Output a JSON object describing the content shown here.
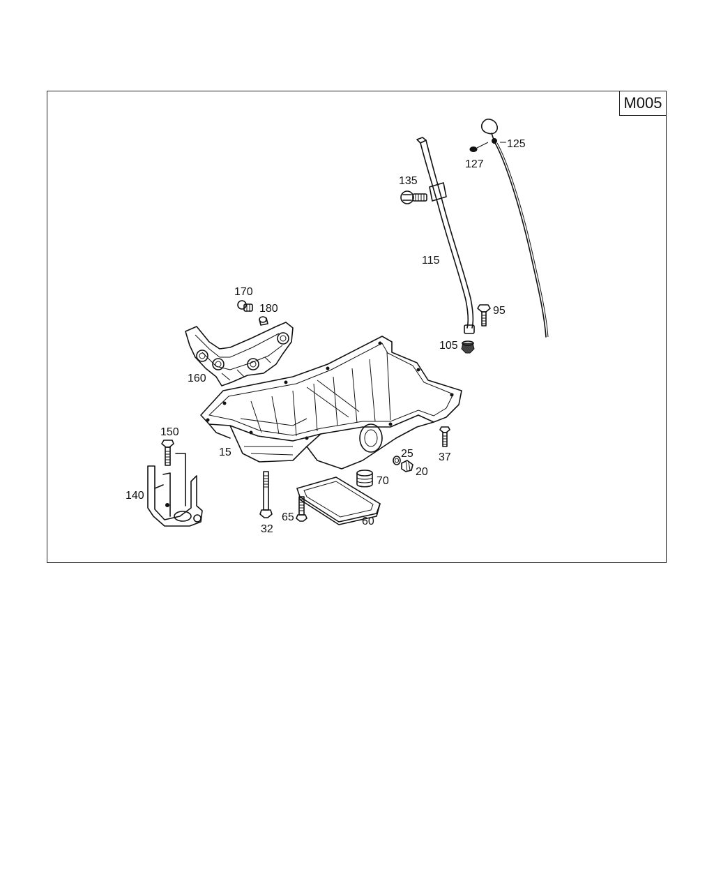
{
  "diagram": {
    "code": "M005",
    "callouts": [
      "125",
      "127",
      "135",
      "115",
      "95",
      "105",
      "170",
      "180",
      "160",
      "150",
      "15",
      "37",
      "25",
      "20",
      "70",
      "140",
      "65",
      "32",
      "60"
    ]
  }
}
